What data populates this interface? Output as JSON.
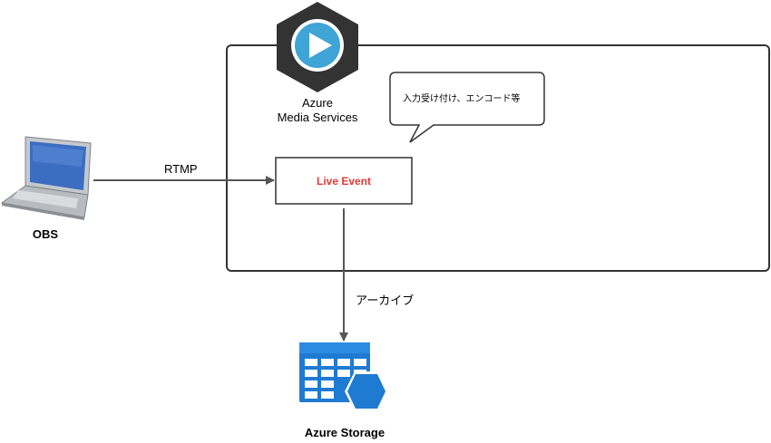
{
  "colors": {
    "line": "#555555",
    "container_border": "#333333",
    "live_event_text": "#e53935",
    "ams_hex": "#333333",
    "ams_play": "#3fa4d6",
    "storage_blue": "#1e7bd1",
    "laptop_body": "#9aa0a6",
    "laptop_screen": "#3b6ec2"
  },
  "nodes": {
    "obs": {
      "label": "OBS",
      "icon": "laptop-icon"
    },
    "ams": {
      "label_line1": "Azure",
      "label_line2": "Media Services",
      "icon": "media-services-icon"
    },
    "live_event": {
      "label": "Live Event"
    },
    "storage": {
      "label": "Azure Storage",
      "icon": "storage-icon"
    }
  },
  "edges": {
    "rtmp": {
      "label": "RTMP",
      "from": "OBS",
      "to": "Live Event"
    },
    "archive": {
      "label": "アーカイブ",
      "from": "Live Event",
      "to": "Azure Storage"
    }
  },
  "callout": {
    "text": "入力受け付け、エンコード等"
  }
}
